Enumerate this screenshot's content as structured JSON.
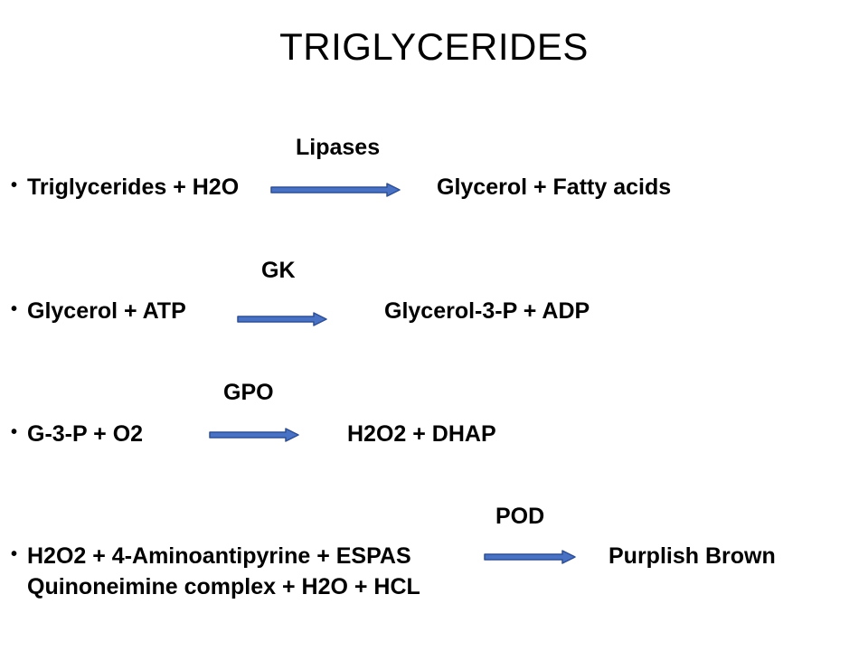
{
  "title": "TRIGLYCERIDES",
  "colors": {
    "arrow_fill": "#4a72c4",
    "arrow_stroke": "#2f4f8f"
  },
  "bullet_glyph": "•",
  "reactions": [
    {
      "enzyme": "Lipases",
      "reactants": "Triglycerides + H2O",
      "products": "Glycerol + Fatty acids"
    },
    {
      "enzyme": "GK",
      "reactants": "Glycerol + ATP",
      "products": "Glycerol-3-P + ADP"
    },
    {
      "enzyme": "GPO",
      "reactants": "G-3-P  + O2",
      "products": "H2O2 + DHAP"
    },
    {
      "enzyme": "POD",
      "reactants": "H2O2 + 4-Aminoantipyrine + ESPAS",
      "products": "Purplish Brown",
      "products_continued": "Quinoneimine  complex + H2O + HCL"
    }
  ]
}
